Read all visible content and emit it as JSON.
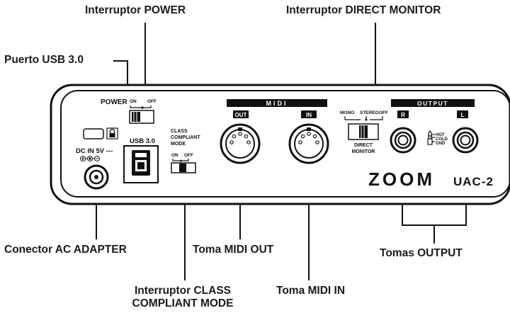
{
  "callouts": {
    "power_switch": "Interruptor POWER",
    "direct_monitor_switch": "Interruptor DIRECT MONITOR",
    "usb_port": "Puerto USB 3.0",
    "ac_adapter": "Conector AC ADAPTER",
    "midi_out": "Toma MIDI OUT",
    "output_jacks": "Tomas OUTPUT",
    "class_compliant_line1": "Interruptor CLASS",
    "class_compliant_line2": "COMPLIANT MODE",
    "midi_in": "Toma MIDI IN"
  },
  "panel": {
    "power": {
      "label": "POWER",
      "on": "ON",
      "off": "OFF"
    },
    "usb": "USB 3.0",
    "dc_in": "DC IN 5V ---",
    "class_mode": {
      "line1": "CLASS",
      "line2": "COMPLIANT",
      "line3": "MODE",
      "on": "ON",
      "off": "OFF"
    },
    "midi": {
      "header": "MIDI",
      "out": "OUT",
      "in": "IN"
    },
    "monitor": {
      "mono": "MONO",
      "stereo": "STEREO",
      "off": "OFF",
      "line1": "DIRECT",
      "line2": "MONITOR"
    },
    "output": {
      "header": "OUTPUT",
      "r": "R",
      "l": "L",
      "hot": "HOT",
      "cold": "COLD",
      "gnd": "GND"
    },
    "brand": "ZOOM",
    "model": "UAC-2"
  }
}
